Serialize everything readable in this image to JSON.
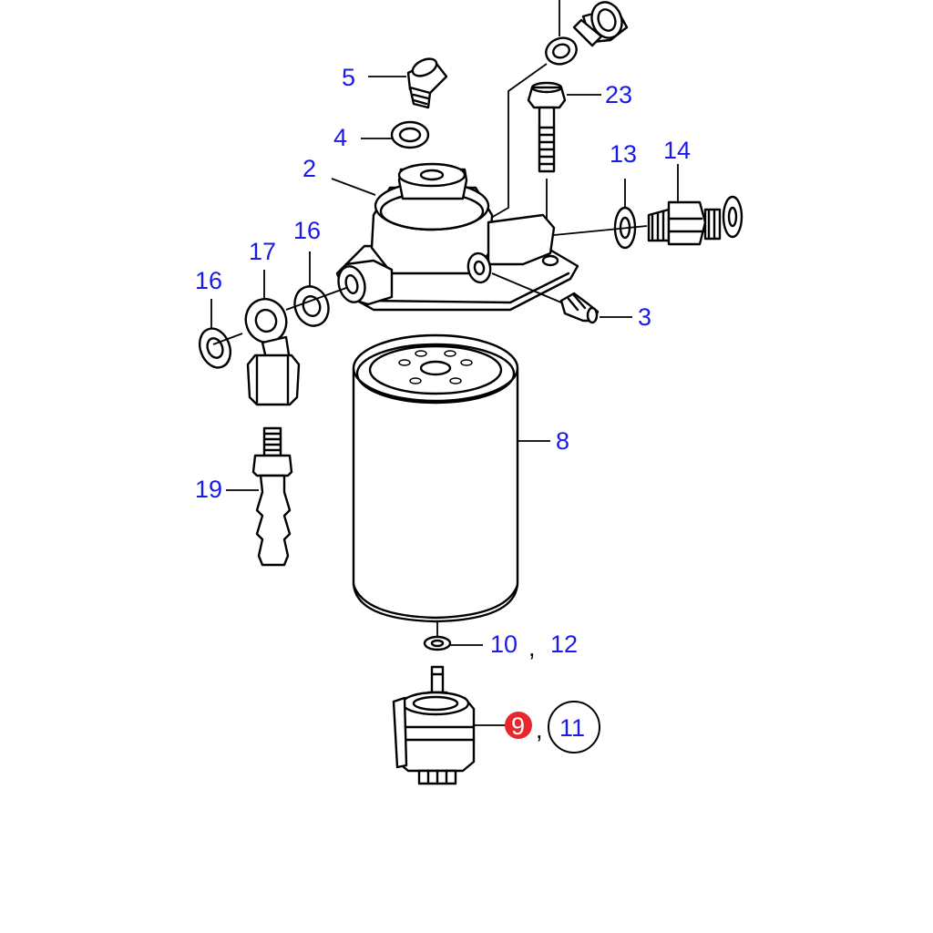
{
  "diagram": {
    "callouts": {
      "c5": "5",
      "c4": "4",
      "c2": "2",
      "c23": "23",
      "c13": "13",
      "c14": "14",
      "c16a": "16",
      "c17": "17",
      "c16b": "16",
      "c3": "3",
      "c8": "8",
      "c19": "19",
      "c10": "10",
      "c12": "12",
      "c9": "9",
      "c11": "11"
    },
    "separators": {
      "s1": ",",
      "s2": ","
    },
    "highlight_color": "#e8262b",
    "callout_color": "#1a1ae6"
  }
}
